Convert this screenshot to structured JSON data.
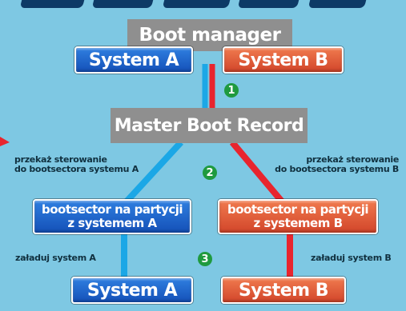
{
  "diagram": {
    "boot_manager": "Boot manager",
    "system_a_top": "System A",
    "system_b_top": "System B",
    "mbr": "Master Boot Record",
    "step1": "1",
    "step2": "2",
    "step3": "3",
    "label_left_line1": "przekaż sterowanie",
    "label_left_line2": "do bootsectora systemu A",
    "label_right_line1": "przekaż sterowanie",
    "label_right_line2": "do bootsectora systemu B",
    "bootsector_a_line1": "bootsector na partycji",
    "bootsector_a_line2": "z systemem A",
    "bootsector_b_line1": "bootsector na partycji",
    "bootsector_b_line2": "z systemem B",
    "load_a": "załaduj system A",
    "load_b": "załaduj system B",
    "system_a_bottom": "System A",
    "system_b_bottom": "System B"
  },
  "colors": {
    "background": "#7ec8e3",
    "blue_line": "#1ba7e6",
    "red_line": "#e8252e",
    "gray_box": "#8f8f8f",
    "blue_button": "#1d5fc4",
    "red_button": "#e35b36",
    "badge_green": "#1f9a3f"
  }
}
